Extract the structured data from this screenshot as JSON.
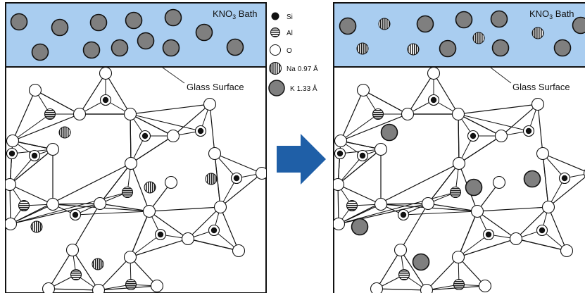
{
  "panels": {
    "before": {
      "bath_label_prefix": "KNO",
      "bath_label_subscript": "3",
      "bath_label_suffix": " Bath",
      "surface_label": "Glass Surface"
    },
    "after": {
      "bath_label_prefix": "KNO",
      "bath_label_subscript": "3",
      "bath_label_suffix": " Bath",
      "surface_label": "Glass Surface"
    }
  },
  "legend": {
    "items": [
      {
        "key": "si",
        "label": "Si",
        "icon": "silicon-atom-icon"
      },
      {
        "key": "al",
        "label": "Al",
        "icon": "aluminum-atom-icon"
      },
      {
        "key": "o",
        "label": "O",
        "icon": "oxygen-atom-icon"
      },
      {
        "key": "na",
        "label": "Na",
        "size": "0.97 Å",
        "icon": "sodium-ion-icon"
      },
      {
        "key": "k",
        "label": "K",
        "size": "1.33 Å",
        "icon": "potassium-ion-icon"
      }
    ]
  },
  "arrow": {
    "icon": "right-arrow-icon"
  },
  "colors": {
    "bath_fill": "#a9cdf0",
    "glass_fill": "#ffffff",
    "outline": "#111111",
    "k_fill": "#7f7f7f",
    "arrow_fill": "#1f5fa7",
    "si_fill": "#111111"
  }
}
